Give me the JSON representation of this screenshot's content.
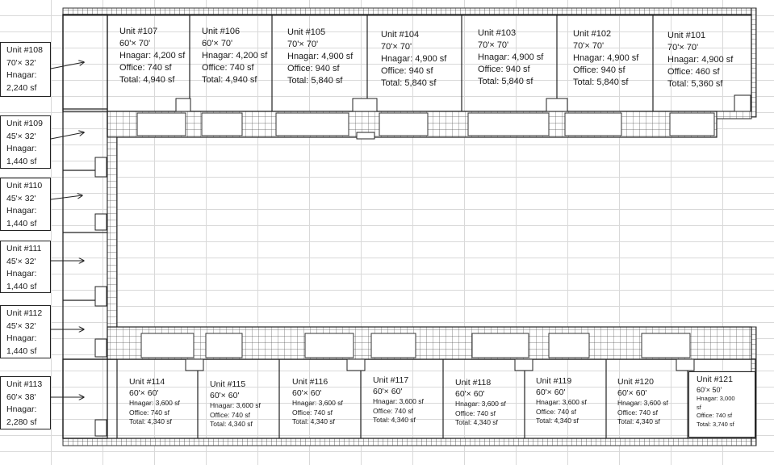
{
  "units_top": [
    {
      "id": "unit-107",
      "unit": "Unit #107",
      "dims": "60'× 70'",
      "hangar": "Hnagar: 4,200 sf",
      "office": "Office: 740 sf",
      "total": "Total: 4,940 sf"
    },
    {
      "id": "unit-106",
      "unit": "Unit #106",
      "dims": "60'× 70'",
      "hangar": "Hnagar: 4,200 sf",
      "office": "Office: 740 sf",
      "total": "Total: 4,940 sf"
    },
    {
      "id": "unit-105",
      "unit": "Unit #105",
      "dims": "70'× 70'",
      "hangar": "Hnagar: 4,900 sf",
      "office": "Office: 940 sf",
      "total": "Total: 5,840 sf"
    },
    {
      "id": "unit-104",
      "unit": "Unit #104",
      "dims": "70'× 70'",
      "hangar": "Hnagar: 4,900 sf",
      "office": "Office: 940 sf",
      "total": "Total: 5,840 sf"
    },
    {
      "id": "unit-103",
      "unit": "Unit #103",
      "dims": "70'× 70'",
      "hangar": "Hnagar: 4,900 sf",
      "office": "Office: 940 sf",
      "total": "Total: 5,840 sf"
    },
    {
      "id": "unit-102",
      "unit": "Unit #102",
      "dims": "70'× 70'",
      "hangar": "Hnagar: 4,900 sf",
      "office": "Office: 940 sf",
      "total": "Total: 5,840 sf"
    },
    {
      "id": "unit-101",
      "unit": "Unit #101",
      "dims": "70'× 70'",
      "hangar": "Hnagar: 4,900 sf",
      "office": "Office: 460 sf",
      "total": "Total: 5,360 sf"
    }
  ],
  "units_bottom": [
    {
      "id": "unit-114",
      "unit": "Unit #114",
      "dims": "60'× 60'",
      "hangar": "Hnagar: 3,600 sf",
      "office": "Office: 740 sf",
      "total": "Total: 4,340 sf"
    },
    {
      "id": "unit-115",
      "unit": "Unit #115",
      "dims": "60'× 60'",
      "hangar": "Hnagar: 3,600 sf",
      "office": "Office: 740 sf",
      "total": "Total: 4,340 sf"
    },
    {
      "id": "unit-116",
      "unit": "Unit #116",
      "dims": "60'× 60'",
      "hangar": "Hnagar: 3,600 sf",
      "office": "Office: 740 sf",
      "total": "Total: 4,340 sf"
    },
    {
      "id": "unit-117",
      "unit": "Unit #117",
      "dims": "60'× 60'",
      "hangar": "Hnagar: 3,600 sf",
      "office": "Office: 740 sf",
      "total": "Total: 4,340 sf"
    },
    {
      "id": "unit-118",
      "unit": "Unit #118",
      "dims": "60'× 60'",
      "hangar": "Hnagar: 3,600 sf",
      "office": "Office: 740 sf",
      "total": "Total: 4,340 sf"
    },
    {
      "id": "unit-119",
      "unit": "Unit #119",
      "dims": "60'× 60'",
      "hangar": "Hnagar: 3,600 sf",
      "office": "Office: 740 sf",
      "total": "Total: 4,340 sf"
    },
    {
      "id": "unit-120",
      "unit": "Unit #120",
      "dims": "60'× 60'",
      "hangar": "Hnagar: 3,600 sf",
      "office": "Office: 740 sf",
      "total": "Total: 4,340 sf"
    }
  ],
  "unit_121": {
    "unit": "Unit #121",
    "dims": "60'× 50'",
    "hangar1": "Hnagar: 3,000",
    "hangar2": "sf",
    "office": "Office: 740 sf",
    "total": "Total: 3,740 sf"
  },
  "callouts": [
    {
      "id": "unit-108",
      "unit": "Unit #108",
      "dims": "70'× 32'",
      "hangar1": "Hnagar:",
      "hangar2": "2,240 sf"
    },
    {
      "id": "unit-109",
      "unit": "Unit #109",
      "dims": "45'× 32'",
      "hangar1": "Hnagar:",
      "hangar2": "1,440 sf"
    },
    {
      "id": "unit-110",
      "unit": "Unit #110",
      "dims": "45'× 32'",
      "hangar1": "Hnagar:",
      "hangar2": "1,440 sf"
    },
    {
      "id": "unit-111",
      "unit": "Unit #111",
      "dims": "45'× 32'",
      "hangar1": "Hnagar:",
      "hangar2": "1,440 sf"
    },
    {
      "id": "unit-112",
      "unit": "Unit #112",
      "dims": "45'× 32'",
      "hangar1": "Hnagar:",
      "hangar2": "1,440 sf"
    },
    {
      "id": "unit-113",
      "unit": "Unit #113",
      "dims": "60'× 38'",
      "hangar1": "Hnagar:",
      "hangar2": "2,280 sf"
    }
  ]
}
